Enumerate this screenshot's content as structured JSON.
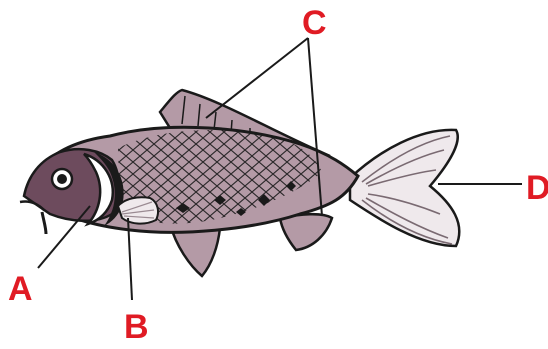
{
  "diagram": {
    "subject": "fish",
    "colors": {
      "body": "#b49aa6",
      "body_dark": "#8a6f7d",
      "head": "#6d4b5d",
      "outline": "#1a1a1a",
      "fins": "#c3b3bb",
      "label": "#e01b24"
    },
    "callouts": [
      {
        "id": "A",
        "label": "A"
      },
      {
        "id": "B",
        "label": "B"
      },
      {
        "id": "C",
        "label": "C"
      },
      {
        "id": "D",
        "label": "D"
      }
    ]
  }
}
